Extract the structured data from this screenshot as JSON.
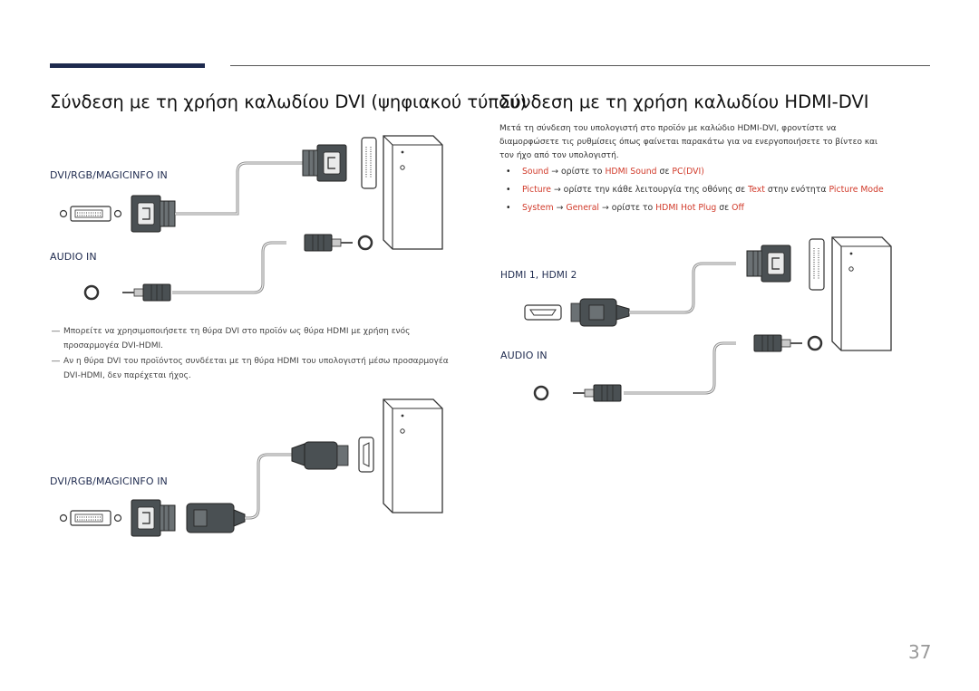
{
  "left": {
    "title": "Σύνδεση με τη χρήση καλωδίου DVI (ψηφιακού τύπου)",
    "dvi_port_label": "DVI/RGB/MAGICINFO IN",
    "audio_port_label": "AUDIO IN",
    "notes": [
      {
        "dash": "―",
        "line1": "Μπορείτε να χρησιμοποιήσετε τη θύρα DVI στο προϊόν ως θύρα HDMI με χρήση ενός",
        "line2": "προσαρμογέα DVI-HDMI."
      },
      {
        "dash": "―",
        "line1": "Αν η θύρα DVI του προϊόντος συνδέεται με τη θύρα HDMI του υπολογιστή μέσω προσαρμογέα",
        "line2": "DVI-HDMI, δεν παρέχεται ήχος."
      }
    ],
    "dvi_port_label_2": "DVI/RGB/MAGICINFO IN"
  },
  "right": {
    "title": "Σύνδεση με τη χρήση καλωδίου HDMI-DVI",
    "intro_lines": [
      "Μετά τη σύνδεση του υπολογιστή στο προϊόν με καλώδιο HDMI-DVI, φροντίστε να",
      "διαμορφώσετε τις ρυθμίσεις όπως φαίνεται παρακάτω για να ενεργοποιήσετε το βίντεο και",
      "τον ήχο από τον υπολογιστή."
    ],
    "bullets": [
      {
        "a": "Sound",
        "b": " → ορίστε το ",
        "c": "HDMI Sound",
        "d": " σε ",
        "e": "PC(DVI)"
      },
      {
        "a": "Picture",
        "b": " → ορίστε την κάθε λειτουργία της οθόνης σε ",
        "c": "Text",
        "d": " στην ενότητα ",
        "e": "Picture Mode"
      },
      {
        "a": "System",
        "b": " → ",
        "c": "General",
        "d": " → ορίστε το ",
        "e": "HDMI Hot Plug",
        "f": " σε ",
        "g": "Off"
      }
    ],
    "hdmi_port_label": "HDMI 1, HDMI 2",
    "audio_port_label": "AUDIO IN"
  },
  "page_number": "37",
  "colors": {
    "accent": "#1e2a4e",
    "highlight": "#d13a2a"
  }
}
